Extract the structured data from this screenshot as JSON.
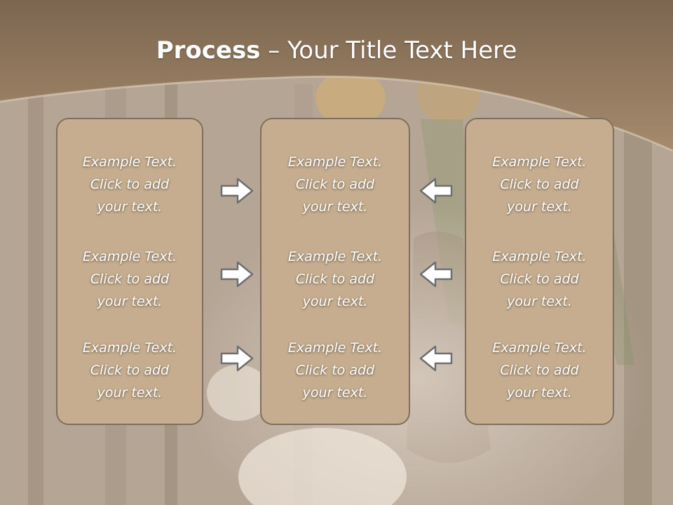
{
  "title": {
    "bold": "Process",
    "rest": " – Your Title Text Here"
  },
  "columns": [
    {
      "items": [
        {
          "line1": "Example Text.",
          "line2": "Click  to add",
          "line3": "your text."
        },
        {
          "line1": "Example Text.",
          "line2": "Click  to add",
          "line3": "your text."
        },
        {
          "line1": "Example Text.",
          "line2": "Click  to add",
          "line3": "your text."
        }
      ]
    },
    {
      "items": [
        {
          "line1": "Example Text.",
          "line2": "Click  to add",
          "line3": "your text."
        },
        {
          "line1": "Example Text.",
          "line2": "Click  to add",
          "line3": "your text."
        },
        {
          "line1": "Example Text.",
          "line2": "Click  to add",
          "line3": "your text."
        }
      ]
    },
    {
      "items": [
        {
          "line1": "Example Text.",
          "line2": "Click  to add",
          "line3": "your text."
        },
        {
          "line1": "Example Text.",
          "line2": "Click  to add",
          "line3": "your text."
        },
        {
          "line1": "Example Text.",
          "line2": "Click  to add",
          "line3": "your text."
        }
      ]
    }
  ],
  "icons": {
    "left_arrows": "arrow-right-icon",
    "right_arrows": "arrow-left-icon"
  },
  "colors": {
    "header_band": "#8d7458",
    "box_fill": "#c6ad8f",
    "box_border": "#7e6f5e",
    "arrow_fill": "#ffffff",
    "arrow_stroke": "#6e6e6e"
  }
}
